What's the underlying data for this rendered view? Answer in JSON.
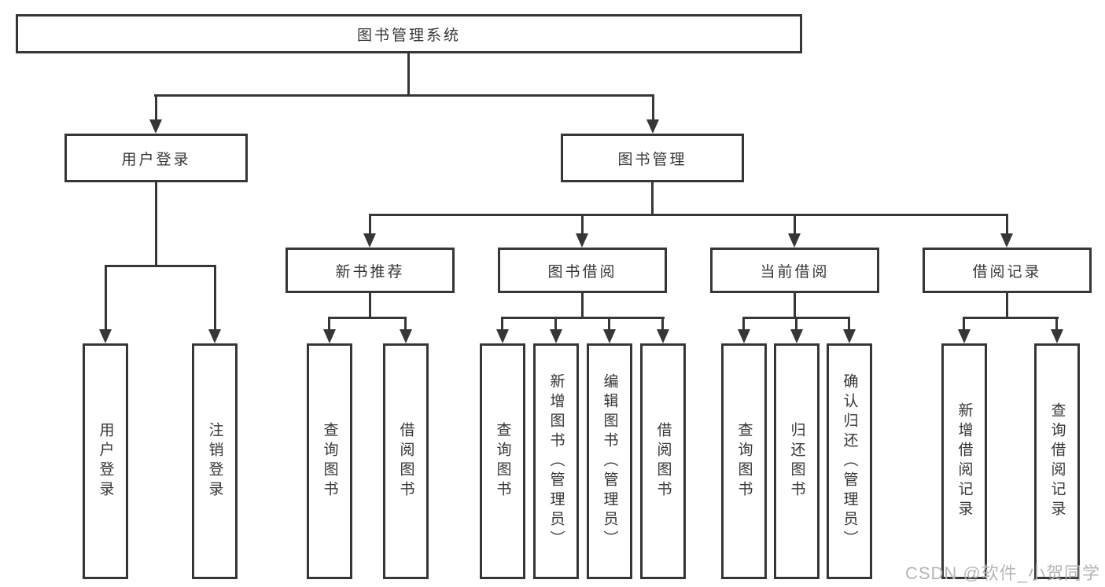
{
  "colors": {
    "line": "#363636",
    "text": "#363636",
    "watermark": "#b6b6b6",
    "bg": "#ffffff"
  },
  "watermark": {
    "text": "CSDN @软件_小贺同学"
  },
  "tree": {
    "root": {
      "label": "图书管理系统",
      "children": [
        {
          "label": "用户登录",
          "children": [
            {
              "label": "用户登录"
            },
            {
              "label": "注销登录"
            }
          ]
        },
        {
          "label": "图书管理",
          "children": [
            {
              "label": "新书推荐",
              "children": [
                {
                  "label": "查询图书"
                },
                {
                  "label": "借阅图书"
                }
              ]
            },
            {
              "label": "图书借阅",
              "children": [
                {
                  "label": "查询图书"
                },
                {
                  "label": "新增图书（管理员）"
                },
                {
                  "label": "编辑图书（管理员）"
                },
                {
                  "label": "借阅图书"
                }
              ]
            },
            {
              "label": "当前借阅",
              "children": [
                {
                  "label": "查询图书"
                },
                {
                  "label": "归还图书"
                },
                {
                  "label": "确认归还（管理员）"
                }
              ]
            },
            {
              "label": "借阅记录",
              "children": [
                {
                  "label": "新增借阅记录"
                },
                {
                  "label": "查询借阅记录"
                }
              ]
            }
          ]
        }
      ]
    }
  }
}
